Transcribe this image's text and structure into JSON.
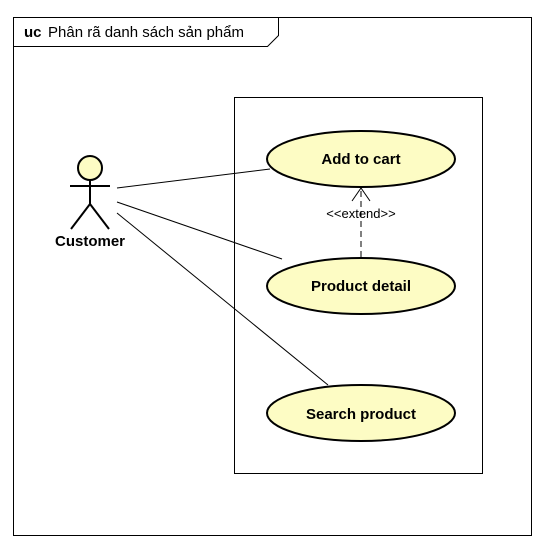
{
  "diagram": {
    "frame_keyword": "uc",
    "frame_title": "Phân rã danh sách sản phẩm",
    "actor": {
      "name": "Customer"
    },
    "use_cases": {
      "add_to_cart": "Add to cart",
      "product_detail": "Product detail",
      "search_product": "Search product"
    },
    "extend_label": "<<extend>>",
    "colors": {
      "usecase_fill": "#fdfcc4",
      "actor_head_fill": "#fdfcc4",
      "line": "#000000",
      "background": "#ffffff"
    }
  }
}
